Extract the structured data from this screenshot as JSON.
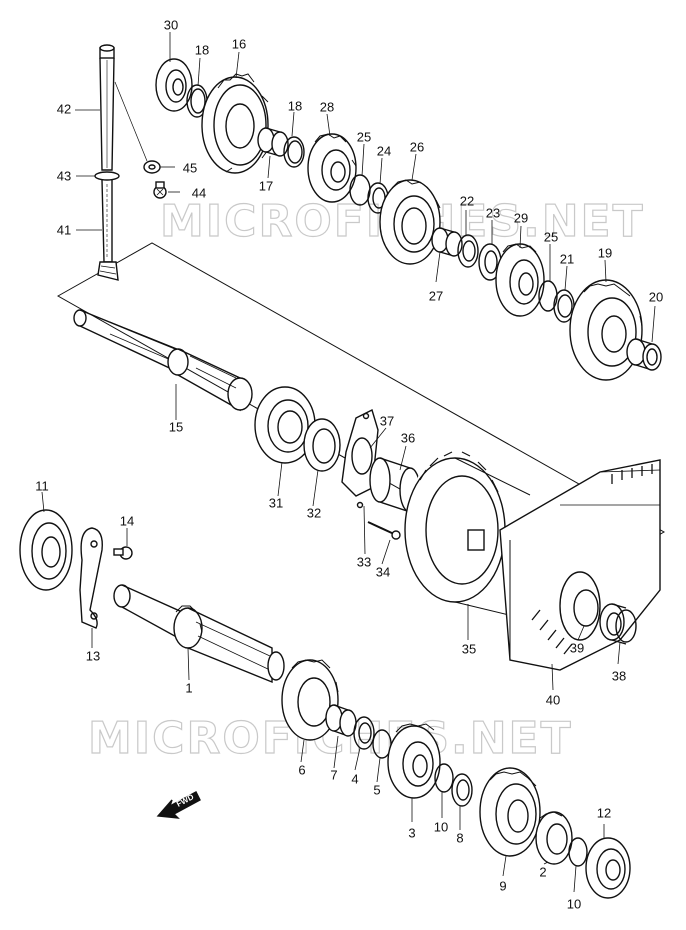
{
  "watermark": "MICROFICHES.NET",
  "fwd_label": "FWD",
  "parts": [
    {
      "n": "30"
    },
    {
      "n": "18"
    },
    {
      "n": "16"
    },
    {
      "n": "42"
    },
    {
      "n": "18"
    },
    {
      "n": "28"
    },
    {
      "n": "25"
    },
    {
      "n": "24"
    },
    {
      "n": "26"
    },
    {
      "n": "45"
    },
    {
      "n": "17"
    },
    {
      "n": "43"
    },
    {
      "n": "44"
    },
    {
      "n": "22"
    },
    {
      "n": "23"
    },
    {
      "n": "29"
    },
    {
      "n": "41"
    },
    {
      "n": "25"
    },
    {
      "n": "21"
    },
    {
      "n": "19"
    },
    {
      "n": "27"
    },
    {
      "n": "20"
    },
    {
      "n": "15"
    },
    {
      "n": "37"
    },
    {
      "n": "36"
    },
    {
      "n": "31"
    },
    {
      "n": "32"
    },
    {
      "n": "11"
    },
    {
      "n": "14"
    },
    {
      "n": "33"
    },
    {
      "n": "34"
    },
    {
      "n": "35"
    },
    {
      "n": "13"
    },
    {
      "n": "39"
    },
    {
      "n": "38"
    },
    {
      "n": "1"
    },
    {
      "n": "40"
    },
    {
      "n": "6"
    },
    {
      "n": "7"
    },
    {
      "n": "4"
    },
    {
      "n": "5"
    },
    {
      "n": "3"
    },
    {
      "n": "10"
    },
    {
      "n": "8"
    },
    {
      "n": "12"
    },
    {
      "n": "9"
    },
    {
      "n": "2"
    },
    {
      "n": "10"
    }
  ],
  "colors": {
    "line": "#111111",
    "watermark_stroke": "#c9c9c9"
  }
}
